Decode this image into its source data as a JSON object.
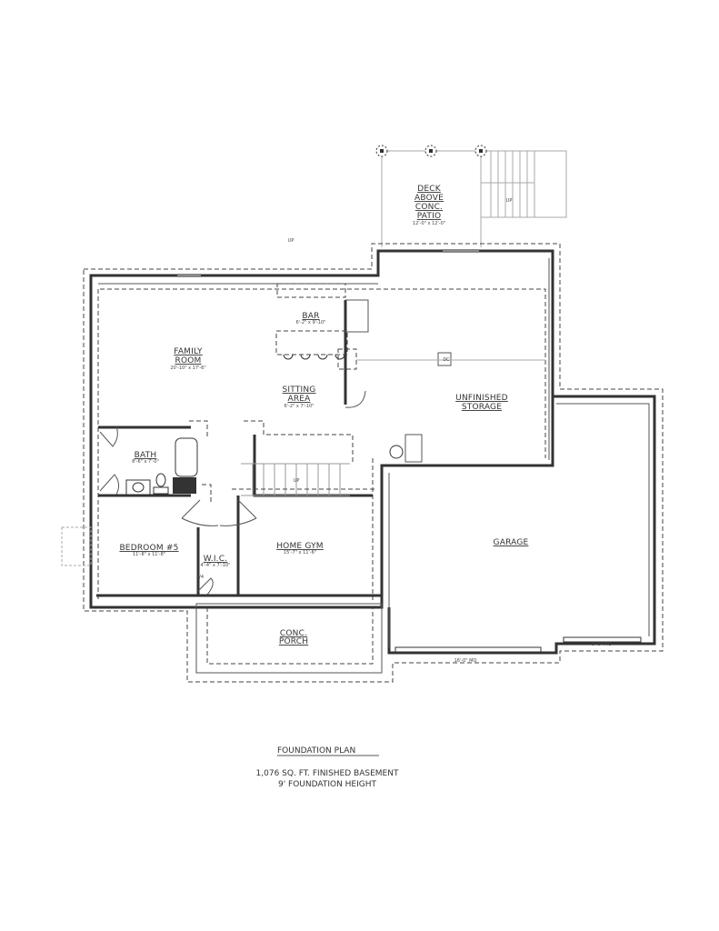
{
  "plan": {
    "rooms": {
      "family_room": {
        "line1": "FAMILY",
        "line2": "ROOM",
        "dims": "20'-10\" x 17'-6\""
      },
      "bar": {
        "name": "BAR",
        "dims": "6'-2\" x 9'-10\""
      },
      "sitting_area": {
        "line1": "SITTING",
        "line2": "AREA",
        "dims": "6'-2\" x 7'-10\""
      },
      "unfinished_storage": {
        "line1": "UNFINISHED",
        "line2": "STORAGE"
      },
      "bath": {
        "name": "BATH",
        "dims": "8'-6\" x 7'-0\""
      },
      "bedroom5": {
        "name": "BEDROOM #5",
        "dims": "11'-8\" x 11'-8\""
      },
      "wic": {
        "name": "W.I.C.",
        "dims": "4'-4\" x 7'-10\""
      },
      "home_gym": {
        "name": "HOME GYM",
        "dims": "15'-7\" x 11'-6\""
      },
      "garage": {
        "name": "GARAGE"
      },
      "porch": {
        "line1": "CONC.",
        "line2": "PORCH"
      },
      "deck": {
        "line1": "DECK",
        "line2": "ABOVE",
        "line3": "CONC.",
        "line4": "PATIO",
        "dims": "12'-0\" x 12'-0\""
      }
    },
    "stair_up_1": "UP",
    "stair_up_2": "UP",
    "stair_up_3": "UP",
    "door_note": "2/4",
    "garage_door_1": "16'-0\" MO",
    "garage_door_2": "9'-0\" MO",
    "post_label": "DC"
  },
  "footer": {
    "title": "FOUNDATION PLAN",
    "line1": "1,076 SQ. FT. FINISHED BASEMENT",
    "line2": "9' FOUNDATION HEIGHT"
  }
}
